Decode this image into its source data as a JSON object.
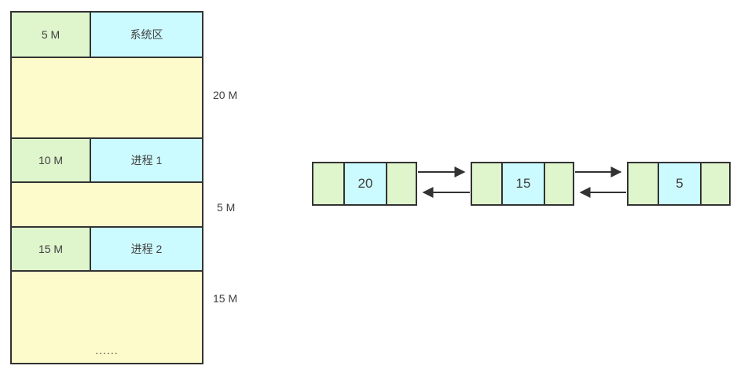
{
  "diagram": {
    "title": "memory-allocation-and-free-block-list",
    "colors": {
      "green": "#dff5cc",
      "cyan": "#ccfbff",
      "yellow": "#fdfbcc",
      "stroke": "#333333",
      "text": "#404040",
      "background": "#ffffff"
    }
  },
  "memory_map": {
    "rows": [
      {
        "type": "allocated",
        "size": "5 M",
        "label": "系统区"
      },
      {
        "type": "free",
        "size": "",
        "label": ""
      },
      {
        "type": "allocated",
        "size": "10 M",
        "label": "进程 1"
      },
      {
        "type": "free",
        "size": "",
        "label": ""
      },
      {
        "type": "allocated",
        "size": "15 M",
        "label": "进程 2"
      },
      {
        "type": "free",
        "size": "",
        "label": "......"
      }
    ],
    "side_notes": [
      {
        "text": "20 M",
        "for_row": 1
      },
      {
        "text": "5 M",
        "for_row": 3
      },
      {
        "text": "15 M",
        "for_row": 5
      }
    ]
  },
  "free_block_list": {
    "type": "doubly-linked-list",
    "nodes": [
      {
        "prev": "",
        "value": "20",
        "next": ""
      },
      {
        "prev": "",
        "value": "15",
        "next": ""
      },
      {
        "prev": "",
        "value": "5",
        "next": ""
      }
    ],
    "links": [
      {
        "from": 0,
        "to": 1,
        "direction": "forward"
      },
      {
        "from": 1,
        "to": 0,
        "direction": "backward"
      },
      {
        "from": 1,
        "to": 2,
        "direction": "forward"
      },
      {
        "from": 2,
        "to": 1,
        "direction": "backward"
      }
    ]
  }
}
